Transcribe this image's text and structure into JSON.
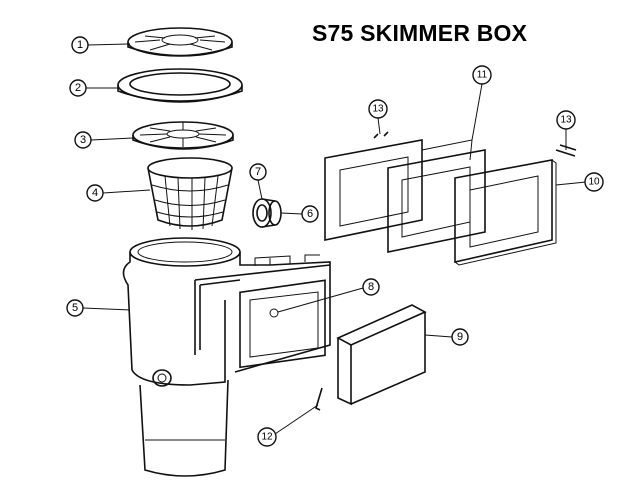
{
  "title": "S75 SKIMMER BOX",
  "callouts": [
    {
      "id": "1",
      "part": "lid"
    },
    {
      "id": "2",
      "part": "lid-ring"
    },
    {
      "id": "3",
      "part": "weir-plate"
    },
    {
      "id": "4",
      "part": "basket"
    },
    {
      "id": "5",
      "part": "skimmer-body"
    },
    {
      "id": "6",
      "part": "fitting"
    },
    {
      "id": "7",
      "part": "o-ring"
    },
    {
      "id": "8",
      "part": "screw-plug"
    },
    {
      "id": "9",
      "part": "weir-flap"
    },
    {
      "id": "10",
      "part": "face-plate"
    },
    {
      "id": "11",
      "part": "gaskets"
    },
    {
      "id": "12",
      "part": "weir-pin"
    },
    {
      "id": "13",
      "part": "screws-left"
    },
    {
      "id": "13",
      "part": "screws-right"
    }
  ]
}
